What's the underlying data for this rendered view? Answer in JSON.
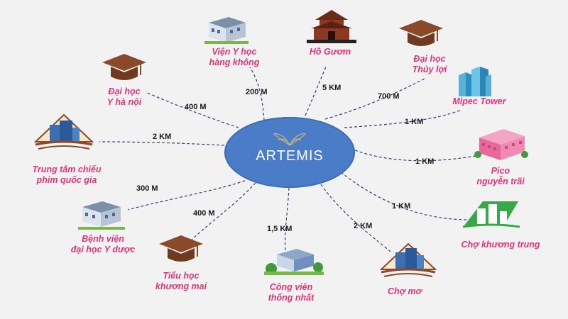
{
  "center": {
    "name": "ARTEMIS",
    "icon": "butterfly-logo-icon"
  },
  "colors": {
    "hub": "#4a7cc8",
    "label": "#e0347a",
    "line": "#2f3f7a",
    "cap": "#8a4a2a",
    "distance": "#1a1a1a"
  },
  "locations": [
    {
      "id": "vien-y-hoc",
      "label": [
        "Viện Y học",
        "hàng không"
      ],
      "distance": "200 M",
      "icon": "building-icon"
    },
    {
      "id": "ho-guom",
      "label": [
        "Hồ Gươm"
      ],
      "distance": "5 KM",
      "icon": "temple-icon"
    },
    {
      "id": "dai-hoc-thuy-loi",
      "label": [
        "Đại học",
        "Thủy lợi"
      ],
      "distance": "700 M",
      "icon": "graduation-cap-icon"
    },
    {
      "id": "mipec-tower",
      "label": [
        "Mipec Tower"
      ],
      "distance": "1 KM",
      "icon": "tower-icon"
    },
    {
      "id": "pico",
      "label": [
        "Pico",
        "nguyễn trãi"
      ],
      "distance": "1 KM",
      "icon": "pink-building-icon"
    },
    {
      "id": "cho-khuong-trung",
      "label": [
        "Chợ khương trung"
      ],
      "distance": "1 KM",
      "icon": "market-icon"
    },
    {
      "id": "cho-mo",
      "label": [
        "Chợ mơ"
      ],
      "distance": "2 KM",
      "icon": "city-building-icon"
    },
    {
      "id": "cong-vien",
      "label": [
        "Công viên",
        "thống nhất"
      ],
      "distance": "1,5 KM",
      "icon": "park-building-icon"
    },
    {
      "id": "tieu-hoc",
      "label": [
        "Tiểu học",
        "khương mai"
      ],
      "distance": "400 M",
      "icon": "graduation-cap-icon"
    },
    {
      "id": "benh-vien",
      "label": [
        "Bệnh viện",
        "đại học Y dược"
      ],
      "distance": "300 M",
      "icon": "hospital-building-icon"
    },
    {
      "id": "trung-tam-chieu-phim",
      "label": [
        "Trung tâm chiếu",
        "phim quốc gia"
      ],
      "distance": "2 KM",
      "icon": "city-building-icon"
    },
    {
      "id": "dai-hoc-y",
      "label": [
        "Đại học",
        "Y hà nội"
      ],
      "distance": "400 M",
      "icon": "graduation-cap-icon"
    }
  ]
}
